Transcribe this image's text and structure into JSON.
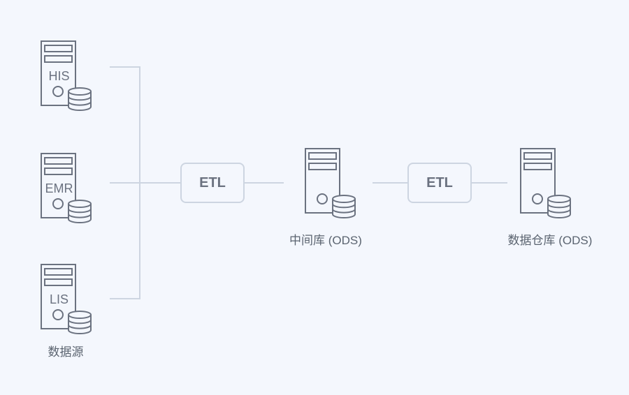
{
  "sources": [
    {
      "label": "HIS"
    },
    {
      "label": "EMR"
    },
    {
      "label": "LIS"
    }
  ],
  "sources_caption": "数据源",
  "etl_1": "ETL",
  "etl_2": "ETL",
  "intermediate": {
    "caption": "中间库 (ODS)"
  },
  "warehouse": {
    "caption": "数据仓库 (ODS)"
  },
  "colors": {
    "background": "#f4f7fd",
    "icon_stroke": "#6b7280",
    "connector": "#cdd5e1",
    "text": "#5b6470"
  }
}
